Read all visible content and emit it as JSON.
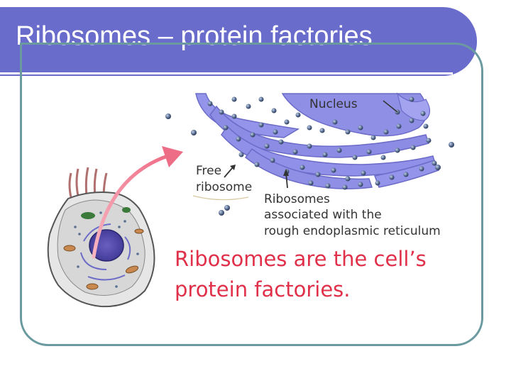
{
  "slide": {
    "title": "Ribosomes – protein factories"
  },
  "diagram": {
    "labels": {
      "nucleus": "Nucleus",
      "free_ribosome": [
        "Free",
        "ribosome"
      ],
      "er_ribosomes": [
        "Ribosomes",
        "associated with the",
        "rough endoplasmic reticulum"
      ],
      "caption": [
        "Ribosomes are the cell’s",
        "protein factories."
      ]
    },
    "colors": {
      "header_bar": "#6a6ccb",
      "frame_border": "#6a9a9f",
      "er_membrane": "#8f8fe6",
      "ribosome": "#5a6f94",
      "arrow": "#f07f95",
      "caption_text": "#e0304a"
    }
  }
}
